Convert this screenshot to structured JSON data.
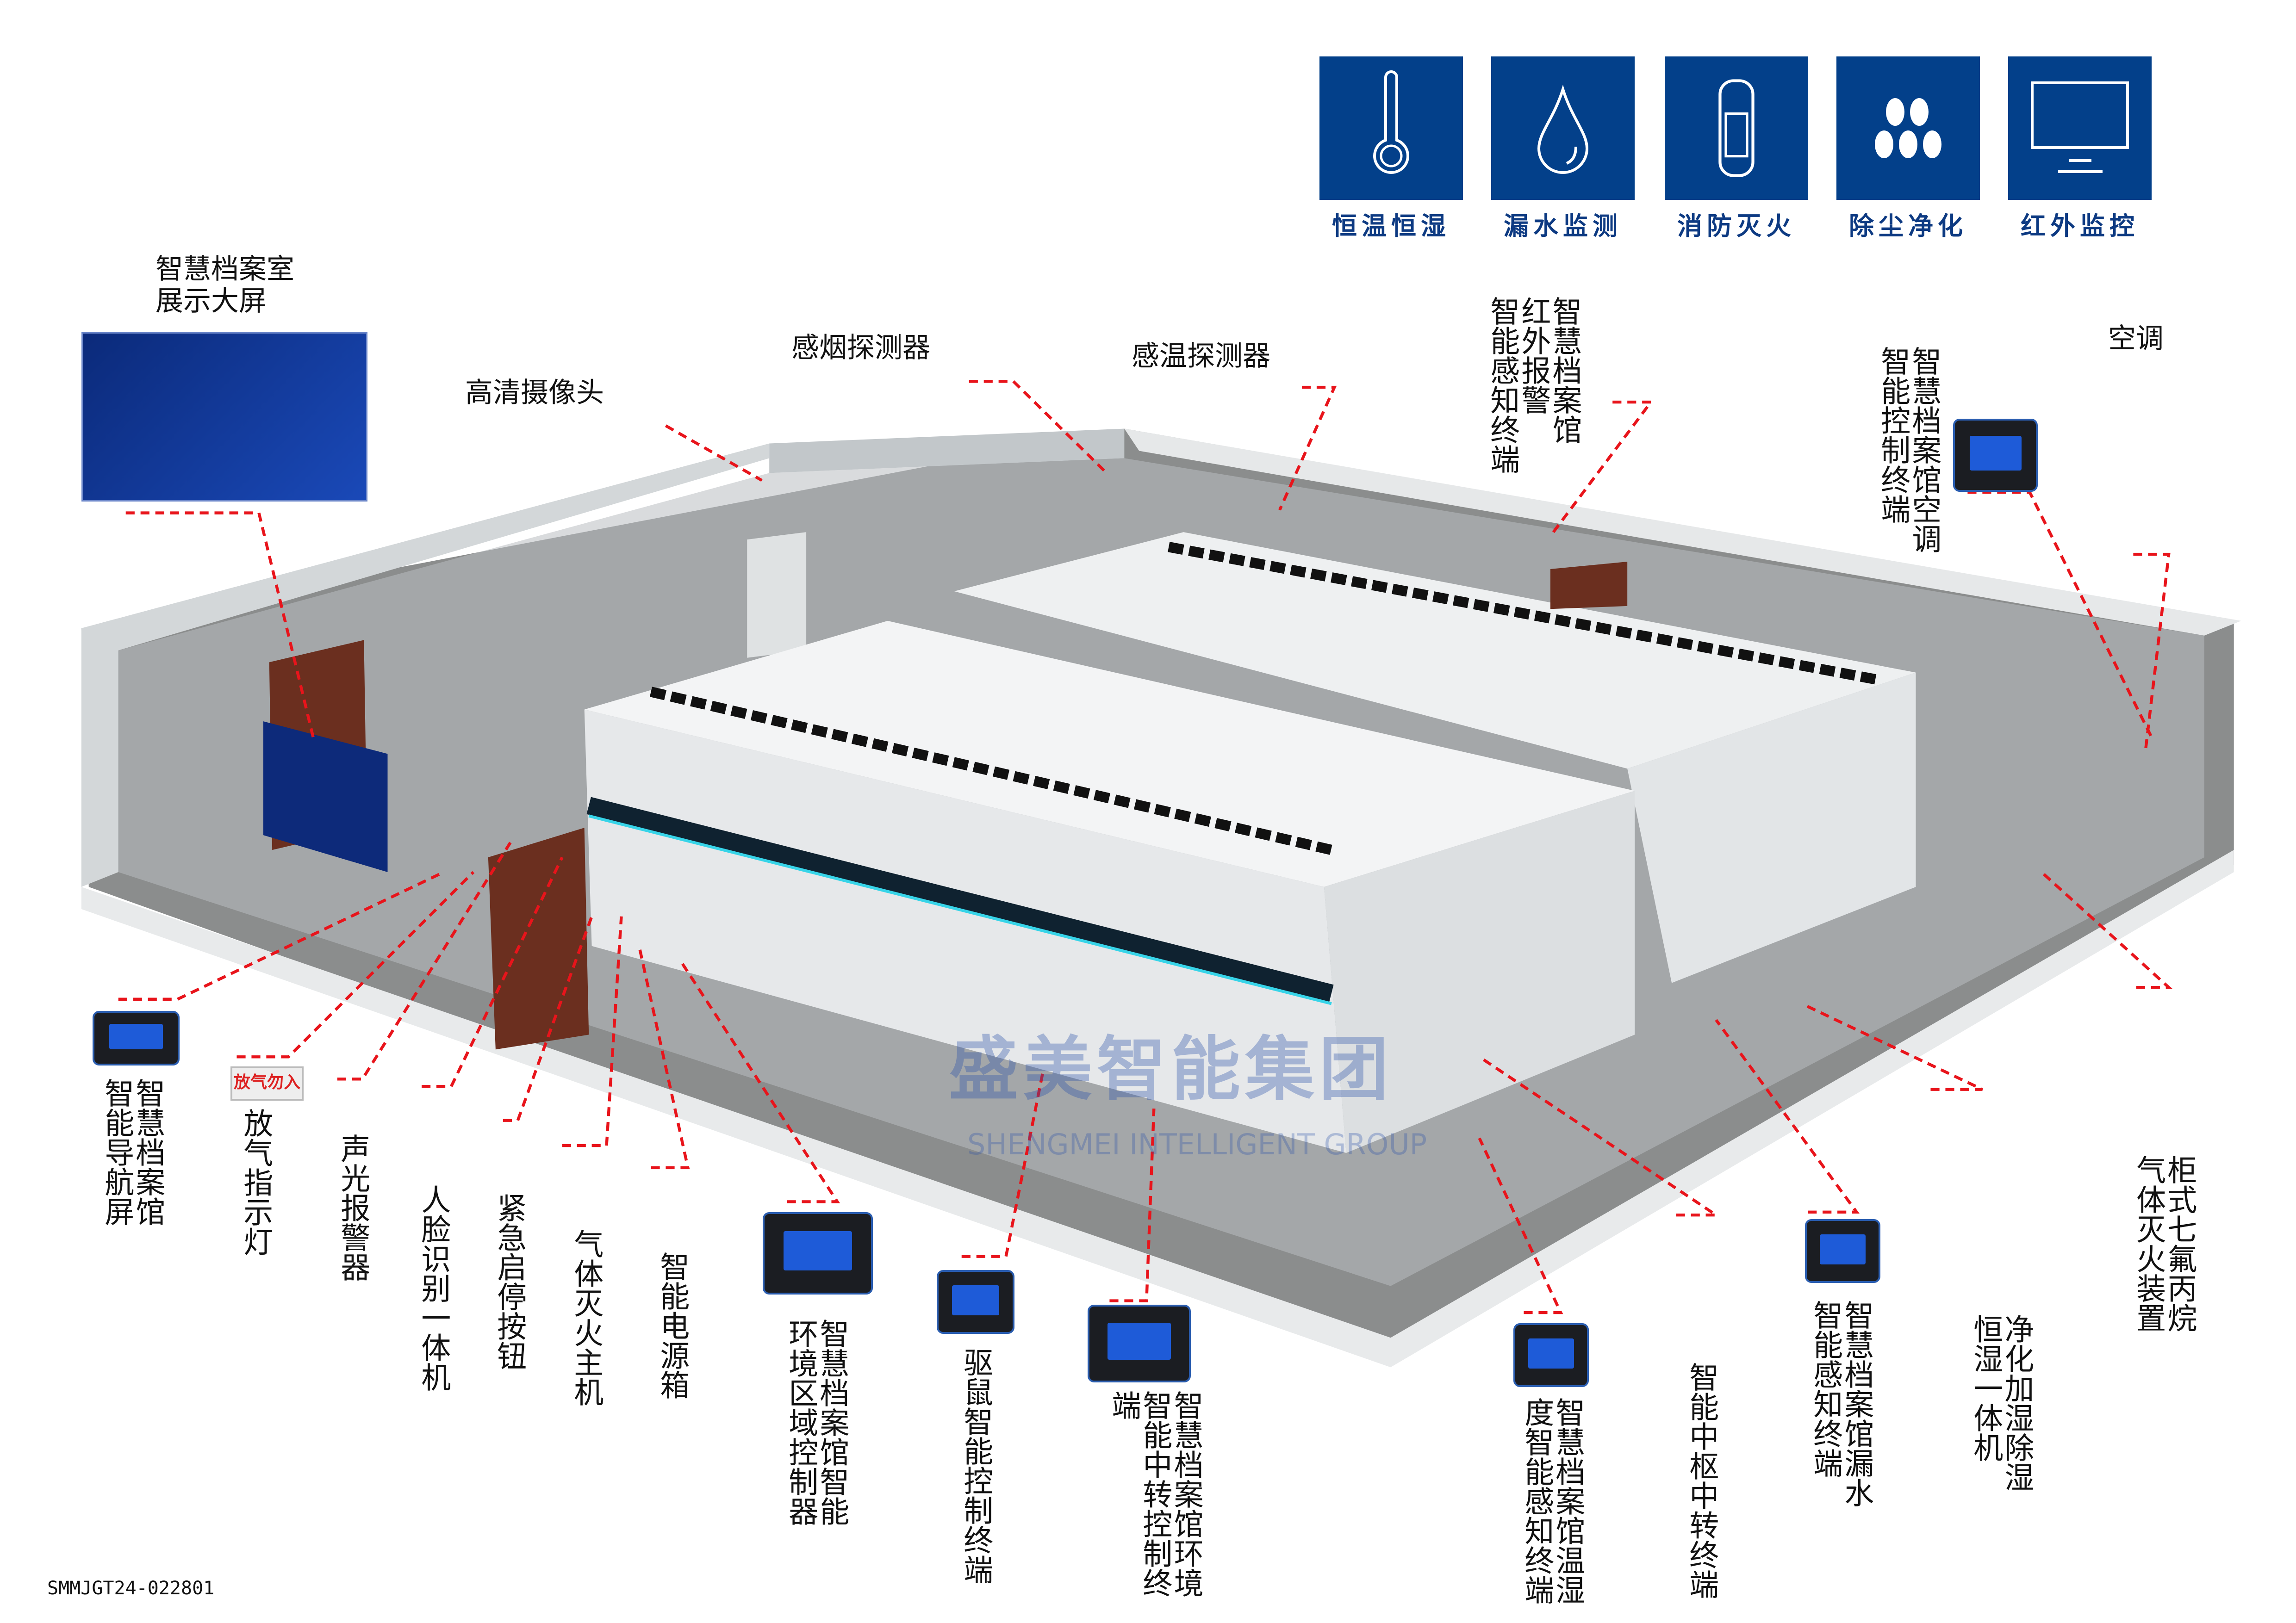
{
  "features": [
    {
      "label": "恒温恒湿",
      "icon": "thermometer-icon"
    },
    {
      "label": "漏水监测",
      "icon": "water-drop-icon"
    },
    {
      "label": "消防灭火",
      "icon": "fire-extinguisher-icon"
    },
    {
      "label": "除尘净化",
      "icon": "dust-particles-icon"
    },
    {
      "label": "红外监控",
      "icon": "monitor-icon"
    }
  ],
  "top_labels": {
    "display_screen": [
      "智慧档案室",
      "展示大屏"
    ],
    "camera": "高清摄像头",
    "smoke_detector": "感烟探测器",
    "heat_detector": "感温探测器",
    "ac": "空调",
    "infrared_alarm": [
      "智慧档案馆",
      "红外报警",
      "智能感知终端"
    ],
    "ac_control": [
      "智慧档案馆空调",
      "智能控制终端"
    ]
  },
  "bottom_labels": [
    {
      "lines": [
        "智慧档案馆",
        "智能导航屏"
      ]
    },
    {
      "lines": [
        "放气指示灯"
      ]
    },
    {
      "lines": [
        "声光报警器"
      ]
    },
    {
      "lines": [
        "人脸识别一体机"
      ]
    },
    {
      "lines": [
        "紧急启停按钮"
      ]
    },
    {
      "lines": [
        "气体灭火主机"
      ]
    },
    {
      "lines": [
        "智能电源箱"
      ]
    },
    {
      "lines": [
        "智慧档案馆智能",
        "环境区域控制器"
      ]
    },
    {
      "lines": [
        "驱鼠智能控制终端"
      ]
    },
    {
      "lines": [
        "智慧档案馆环境",
        "智能中转控制终端"
      ]
    },
    {
      "lines": [
        "智慧档案馆温湿",
        "度智能感知终端"
      ]
    },
    {
      "lines": [
        "智能中枢中转终端"
      ]
    },
    {
      "lines": [
        "智慧档案馆漏水",
        "智能感知终端"
      ]
    },
    {
      "lines": [
        "净化加湿除湿",
        "恒湿一体机"
      ]
    },
    {
      "lines": [
        "柜式七氟丙烷",
        "气体灭火装置"
      ]
    }
  ],
  "sign_text": "放气勿入",
  "watermark": {
    "cn": "盛美智能集团",
    "en": "SHENGMEI INTELLIGENT GROUP"
  },
  "doc_code": "SMMJGT24-022801",
  "colors": {
    "brand_blue": "#03408a",
    "leader_red": "#e8141b",
    "wall": "#c9ced1",
    "floor": "#8b8d8d"
  }
}
